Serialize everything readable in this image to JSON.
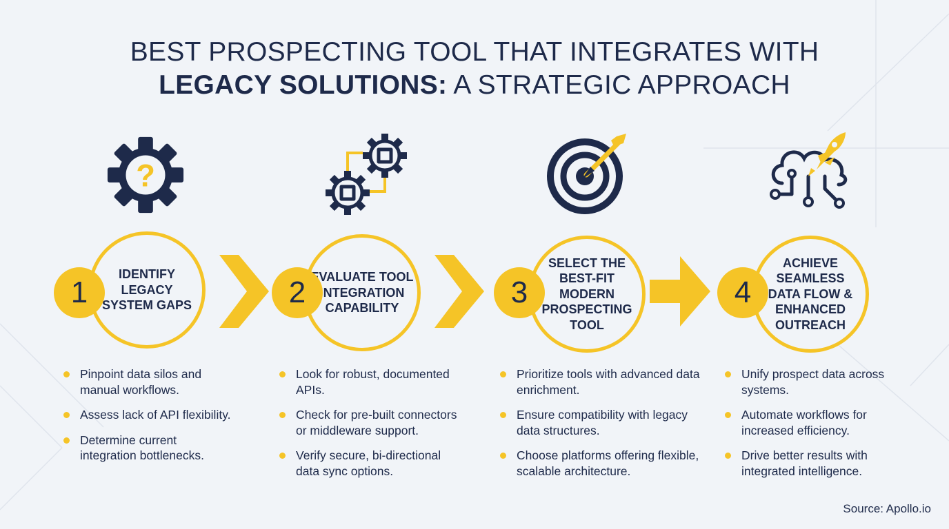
{
  "title": {
    "line1": "BEST PROSPECTING TOOL THAT INTEGRATES WITH",
    "line2_bold": "LEGACY SOLUTIONS:",
    "line2_rest": " A STRATEGIC APPROACH"
  },
  "colors": {
    "accent": "#f5c427",
    "navy": "#1e2a4a",
    "background": "#f1f4f8"
  },
  "steps": [
    {
      "number": "1",
      "label": "IDENTIFY LEGACY SYSTEM GAPS",
      "icon": "gear-question-icon",
      "bullets": [
        "Pinpoint data silos and manual workflows.",
        "Assess lack of API flexibility.",
        "Determine current integration bottlenecks."
      ]
    },
    {
      "number": "2",
      "label": "EVALUATE TOOL INTEGRATION CAPABILITY",
      "icon": "connected-gears-icon",
      "bullets": [
        "Look for robust, documented APIs.",
        "Check for pre-built connectors or middleware support.",
        "Verify secure, bi-directional data sync options."
      ]
    },
    {
      "number": "3",
      "label": "SELECT THE BEST-FIT MODERN PROSPECTING TOOL",
      "icon": "target-arrow-icon",
      "bullets": [
        "Prioritize tools with advanced data enrichment.",
        "Ensure compatibility with legacy data structures.",
        "Choose platforms offering flexible, scalable architecture."
      ]
    },
    {
      "number": "4",
      "label": "ACHIEVE SEAMLESS DATA FLOW & ENHANCED OUTREACH",
      "icon": "cloud-rocket-icon",
      "bullets": [
        "Unify prospect data across systems.",
        "Automate workflows for increased efficiency.",
        "Drive better results with integrated intelligence."
      ]
    }
  ],
  "source": "Source: Apollo.io"
}
